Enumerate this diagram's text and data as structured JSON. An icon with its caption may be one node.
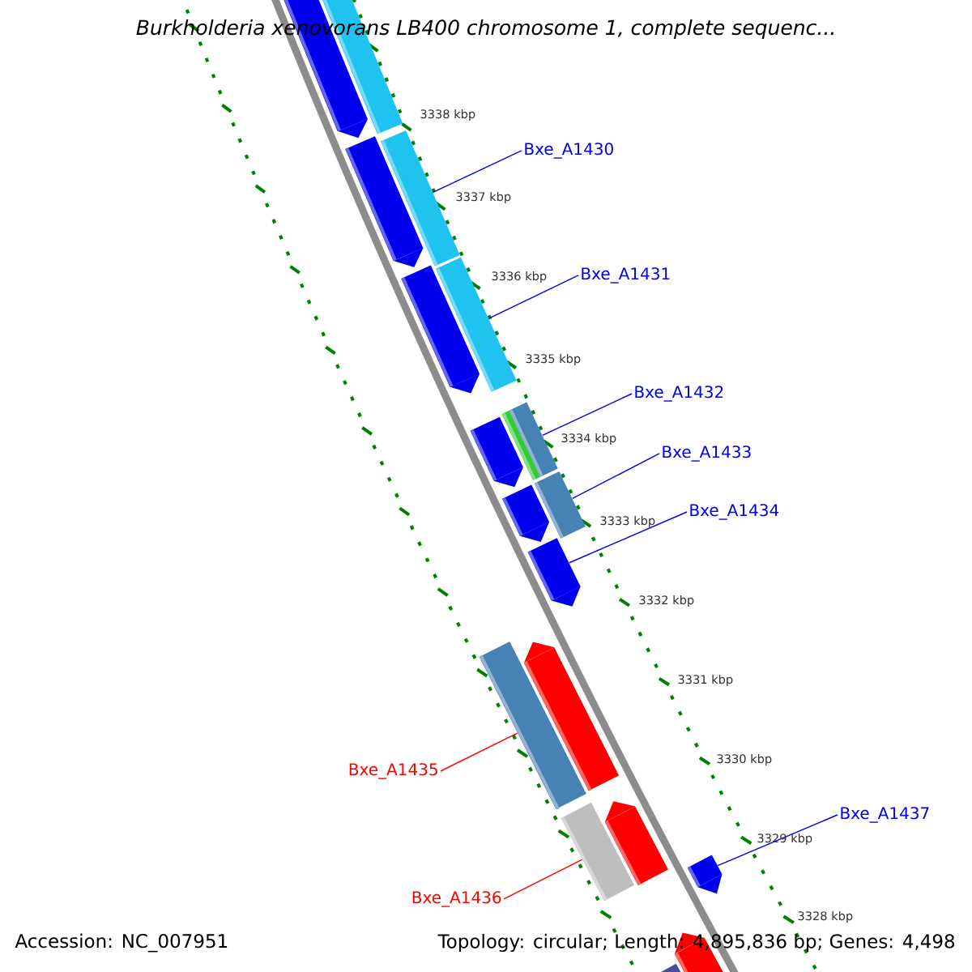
{
  "diagram": {
    "title": "Burkholderia xenovorans LB400 chromosome 1, complete sequenc...",
    "nodes": [
      {
        "text": [
          "Bxe_A1430"
        ]
      },
      {
        "text": [
          "Bxe_A1431"
        ]
      },
      {
        "text": [
          "Bxe_A1432"
        ]
      },
      {
        "text": [
          "Bxe_A1433"
        ]
      },
      {
        "text": [
          "Bxe_A1434"
        ]
      },
      {
        "text": [
          "Bxe_A1435"
        ]
      },
      {
        "text": [
          "Bxe_A1437"
        ]
      },
      {
        "text": [
          "Bxe_A1436"
        ]
      },
      {
        "text": [],
        "shape": "arrow"
      },
      {
        "text": [],
        "shape": "bar"
      },
      {
        "text": [],
        "shape": "arrow"
      },
      {
        "text": [],
        "shape": "bar"
      },
      {
        "text": [],
        "shape": "arrow"
      },
      {
        "text": [],
        "shape": "bar"
      },
      {
        "text": [],
        "shape": "arrow"
      },
      {
        "text": [],
        "shape": "bar"
      },
      {
        "text": [],
        "shape": "bar"
      },
      {
        "text": [],
        "shape": "arrow"
      },
      {
        "text": [],
        "shape": "bar"
      },
      {
        "text": [],
        "shape": "arrow"
      },
      {
        "text": [],
        "shape": "bar"
      },
      {
        "text": [],
        "shape": "arrow"
      },
      {
        "text": [],
        "shape": "bar"
      },
      {
        "text": [],
        "shape": "arrow"
      },
      {
        "text": [],
        "shape": "arrow"
      },
      {
        "text": [],
        "shape": "bar"
      },
      {
        "text": [],
        "shape": "arrow"
      }
    ],
    "edges": [
      {
        "from": 0,
        "to": 11,
        "arrow": "none"
      },
      {
        "from": 1,
        "to": 13,
        "arrow": "none"
      },
      {
        "from": 2,
        "to": 16,
        "arrow": "none"
      },
      {
        "from": 3,
        "to": 18,
        "arrow": "none"
      },
      {
        "from": 4,
        "to": 19,
        "arrow": "none"
      },
      {
        "from": 5,
        "to": 20,
        "arrow": "none",
        "color": "#ff0000"
      },
      {
        "from": 6,
        "to": 24,
        "arrow": "none"
      },
      {
        "from": 7,
        "to": 22,
        "arrow": "none",
        "color": "#ff0000"
      }
    ],
    "labels": [
      "3338 kbp",
      "3337 kbp",
      "3336 kbp",
      "3335 kbp",
      "3334 kbp",
      "3333 kbp",
      "3332 kbp",
      "3331 kbp",
      "3330 kbp",
      "3329 kbp",
      "3328 kbp",
      "Accession: NC_007951",
      "Topology: circular; Length: 4,895,836 bp; Genes: 4,498"
    ]
  }
}
